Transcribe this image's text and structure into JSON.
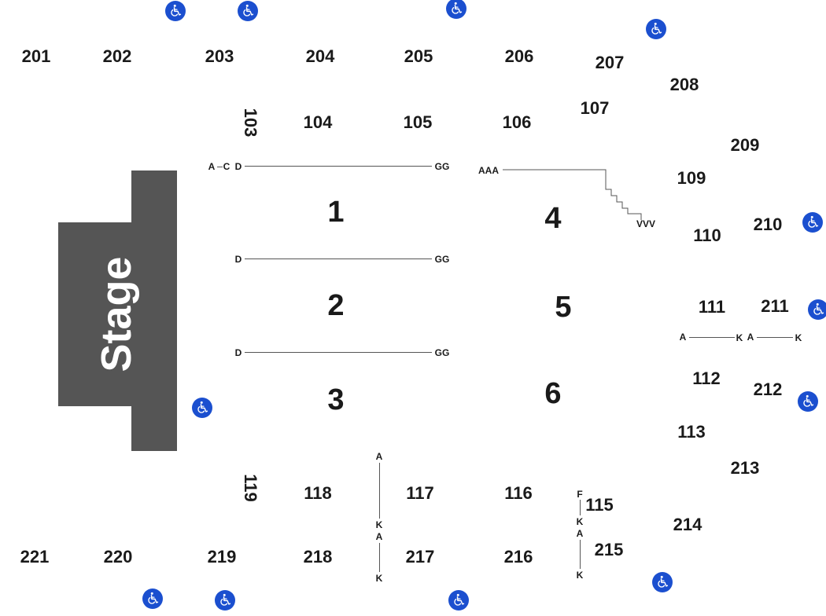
{
  "stage": {
    "label": "Stage",
    "color": "#555555"
  },
  "accessible_icon": "wheelchair-icon",
  "accessible_color": "#1b4fcf",
  "upper_sections": [
    "201",
    "202",
    "203",
    "204",
    "205",
    "206",
    "207",
    "208",
    "209",
    "210",
    "211",
    "212",
    "213",
    "214",
    "215",
    "216",
    "217",
    "218",
    "219",
    "220",
    "221"
  ],
  "lower_sections": [
    "103",
    "104",
    "105",
    "106",
    "107",
    "109",
    "110",
    "111",
    "112",
    "113",
    "115",
    "116",
    "117",
    "118",
    "119"
  ],
  "floor_sections": [
    "1",
    "2",
    "3",
    "4",
    "5",
    "6"
  ],
  "row_labels": {
    "sec1_top": {
      "left": "A",
      "mid": "C",
      "start": "D",
      "end": "GG"
    },
    "sec1_bottom": {
      "start": "D",
      "end": "GG"
    },
    "sec2_bottom": {
      "start": "D",
      "end": "GG"
    },
    "sec4": {
      "start": "AAA",
      "end": "VVV"
    },
    "sec111": {
      "start": "A",
      "end": "K"
    },
    "sec211": {
      "start": "A",
      "end": "K"
    },
    "aisle_118_top": "A",
    "aisle_118_mid": "K",
    "aisle_218_top": "A",
    "aisle_218_bottom": "K",
    "sec115_top": "F",
    "sec115_bottom": "K",
    "sec215_top": "A",
    "sec215_bottom": "K"
  }
}
